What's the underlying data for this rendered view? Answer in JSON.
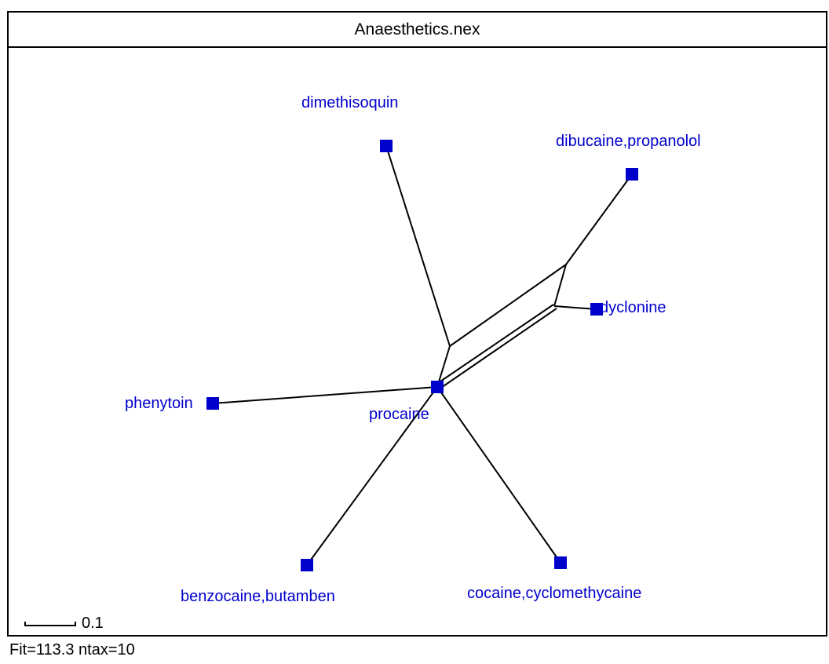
{
  "window": {
    "title": "Anaesthetics.nex"
  },
  "status": {
    "text": "Fit=113.3 ntax=10"
  },
  "scale_bar": {
    "label": "0.1"
  },
  "colors": {
    "taxon": "#0000cc",
    "edge": "#000000",
    "background": "#ffffff"
  },
  "taxa": [
    {
      "id": "dimethisoquin",
      "label": "dimethisoquin"
    },
    {
      "id": "dibucaine-propanolol",
      "label": "dibucaine,propanolol"
    },
    {
      "id": "dyclonine",
      "label": "dyclonine"
    },
    {
      "id": "phenytoin",
      "label": "phenytoin"
    },
    {
      "id": "procaine",
      "label": "procaine"
    },
    {
      "id": "benzocaine-butamben",
      "label": "benzocaine,butamben"
    },
    {
      "id": "cocaine-cyclomethycaine",
      "label": "cocaine,cyclomethycaine"
    }
  ]
}
